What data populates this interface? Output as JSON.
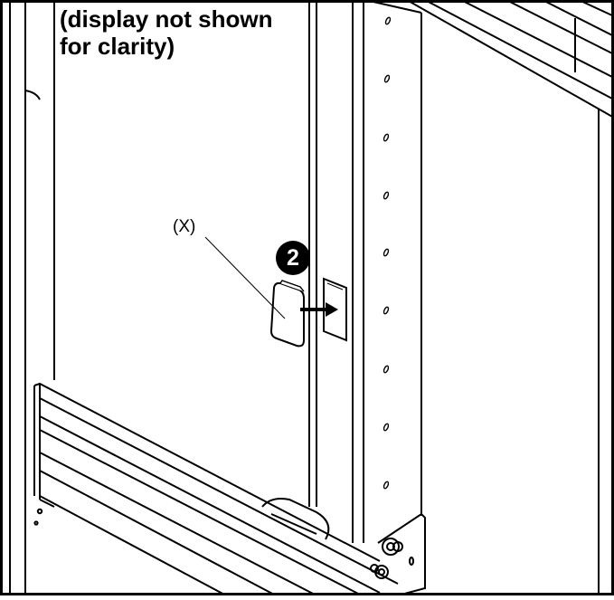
{
  "caption": {
    "line1": "(display not shown",
    "line2": "for clarity)"
  },
  "callout": {
    "part_label": "(X)"
  },
  "step": {
    "number": "2"
  }
}
